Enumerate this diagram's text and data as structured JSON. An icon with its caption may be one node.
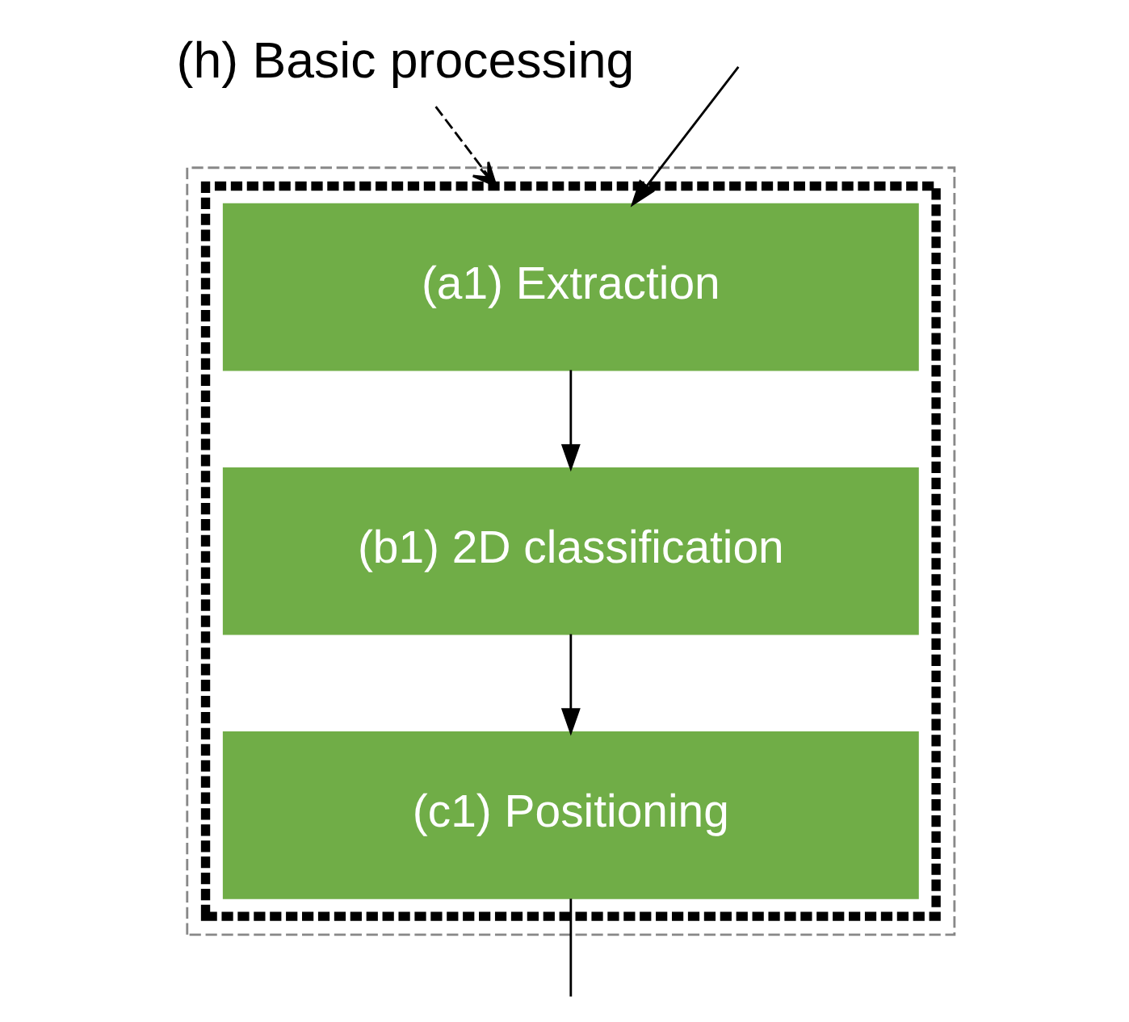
{
  "diagram": {
    "nodes": [
      {
        "text": [
          "(h) Basic processing"
        ]
      },
      {
        "text": [],
        "shape": "box"
      },
      {
        "text": [],
        "shape": "box",
        "in": 1
      },
      {
        "text": [
          "(a1) Extraction"
        ],
        "in": 2
      },
      {
        "text": [
          "(b1) 2D classification"
        ],
        "in": 2
      },
      {
        "text": [
          "(c1) Positioning"
        ],
        "in": 2
      }
    ],
    "edges": [
      {
        "from": null,
        "to": 3,
        "arrow": "to"
      },
      {
        "from": 3,
        "to": 4,
        "arrow": "to"
      },
      {
        "from": 4,
        "to": 5,
        "arrow": "to"
      },
      {
        "from": 5,
        "to": null,
        "arrow": "none"
      },
      {
        "from": 0,
        "to": 2,
        "arrow": "to",
        "style": "dashed"
      }
    ]
  }
}
